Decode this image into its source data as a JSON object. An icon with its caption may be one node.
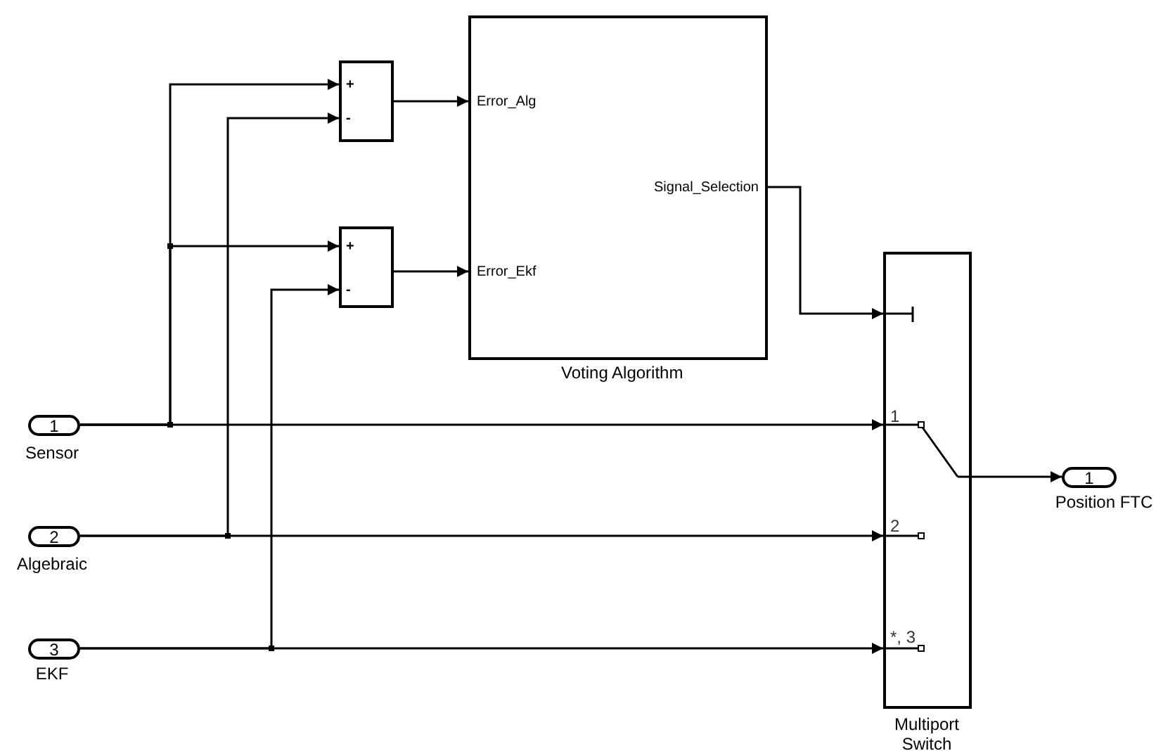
{
  "diagram": {
    "nodes": [
      {
        "text": [
          "1"
        ],
        "beside": [
          "Sensor"
        ]
      },
      {
        "text": [
          "2"
        ],
        "beside": [
          "Algebraic"
        ]
      },
      {
        "text": [
          "3"
        ],
        "beside": [
          "EKF"
        ]
      },
      {
        "text": [
          "+",
          "-"
        ]
      },
      {
        "text": [
          "+",
          "-"
        ]
      },
      {
        "text": [
          "Error_Alg",
          "Error_Ekf",
          "Signal_Selection"
        ],
        "beside": [
          "Voting Algorithm"
        ]
      },
      {
        "text": [
          "1",
          "2",
          "*, 3"
        ],
        "beside": [
          "Multiport Switch"
        ]
      },
      {
        "text": [
          "1"
        ],
        "beside": [
          "Position FTC"
        ]
      }
    ],
    "edges": [
      {
        "from": 0,
        "to": 3,
        "arrow": "to"
      },
      {
        "from": 0,
        "to": 4,
        "arrow": "to"
      },
      {
        "from": 0,
        "to": 6,
        "arrow": "to"
      },
      {
        "from": 1,
        "to": 3,
        "arrow": "to"
      },
      {
        "from": 1,
        "to": 6,
        "arrow": "to"
      },
      {
        "from": 2,
        "to": 4,
        "arrow": "to"
      },
      {
        "from": 2,
        "to": 6,
        "arrow": "to"
      },
      {
        "from": 3,
        "to": 5,
        "arrow": "to"
      },
      {
        "from": 4,
        "to": 5,
        "arrow": "to"
      },
      {
        "from": 5,
        "to": 6,
        "arrow": "to"
      },
      {
        "from": 6,
        "to": 7,
        "arrow": "to"
      }
    ]
  }
}
